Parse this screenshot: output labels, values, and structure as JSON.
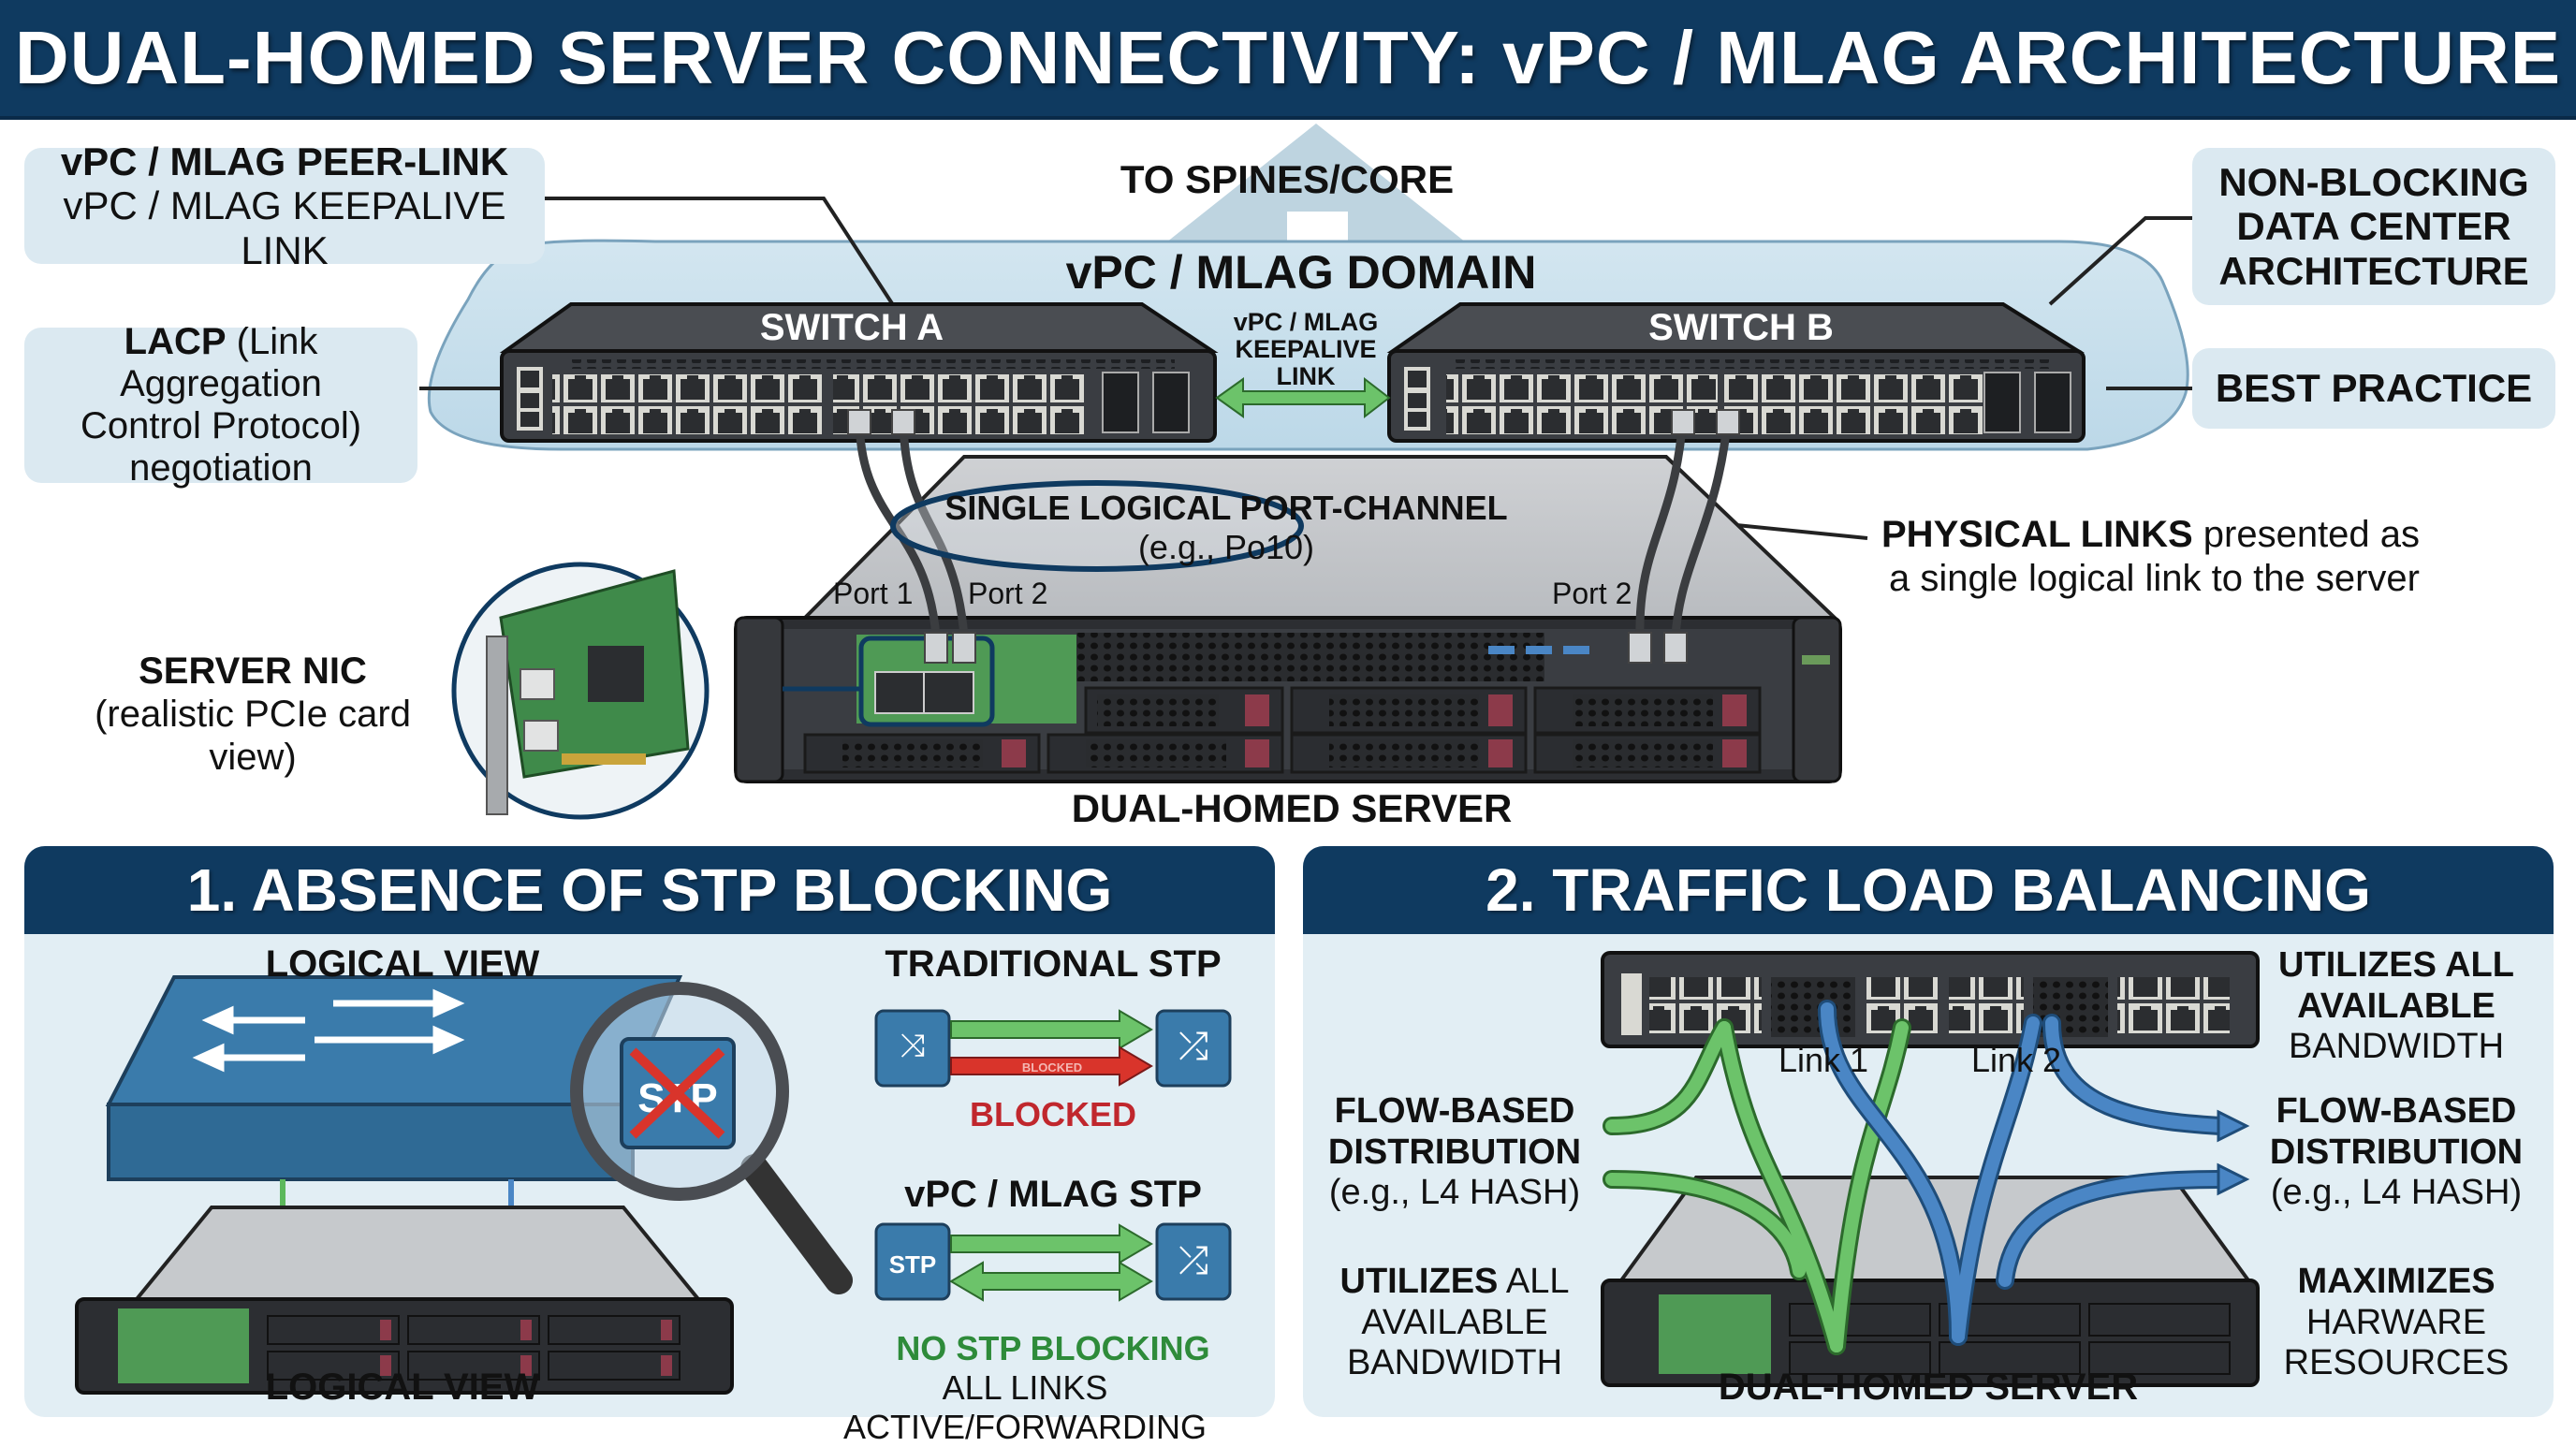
{
  "title": "DUAL-HOMED SERVER CONNECTIVITY: vPC / MLAG ARCHITECTURE",
  "top": {
    "callout_peer_link": {
      "bold": "vPC / MLAG PEER-LINK",
      "normal": "vPC / MLAG KEEPALIVE LINK"
    },
    "callout_lacp": {
      "bold": "LACP",
      "normal_1": "(Link Aggregation",
      "normal_2": "Control Protocol)",
      "normal_3": "negotiation"
    },
    "callout_nonblocking": {
      "line_1": "NON-BLOCKING",
      "line_2": "DATA CENTER",
      "line_3": "ARCHITECTURE"
    },
    "callout_best_practice": "BEST PRACTICE",
    "to_spines": "TO SPINES/CORE",
    "domain_label": "vPC / MLAG DOMAIN",
    "switch_a": "SWITCH A",
    "switch_b": "SWITCH B",
    "keepalive": {
      "line_1": "vPC / MLAG",
      "line_2": "KEEPALIVE",
      "line_3": "LINK"
    },
    "port_channel": {
      "title": "SINGLE LOGICAL PORT-CHANNEL",
      "example": "(e.g., Po10)"
    },
    "port_labels": [
      "Port 1",
      "Port 2",
      "Port 2"
    ],
    "physical_links": {
      "bold": "PHYSICAL LINKS",
      "normal_1": "presented as",
      "normal_2": "a single logical link to the server"
    },
    "server_nic": {
      "bold": "SERVER NIC",
      "normal": "(realistic PCIe card view)"
    },
    "server_label": "DUAL-HOMED SERVER"
  },
  "panel1": {
    "heading": "1. ABSENCE OF STP BLOCKING",
    "logical_view_top": "LOGICAL VIEW",
    "logical_view_bottom": "LOGICAL VIEW",
    "stp_badge": "STP",
    "traditional": {
      "title": "TRADITIONAL STP",
      "arrow_label": "BLOCKED",
      "status": "BLOCKED"
    },
    "vpc": {
      "title": "vPC / MLAG STP",
      "badge": "STP",
      "status": "NO STP BLOCKING",
      "note": "ALL LINKS ACTIVE/FORWARDING"
    }
  },
  "panel2": {
    "heading": "2. TRAFFIC LOAD BALANCING",
    "link_1": "Link 1",
    "link_2": "Link 2",
    "left_top": {
      "line_1": "FLOW-BASED",
      "line_2": "DISTRIBUTION",
      "line_3": "(e.g., L4 HASH)"
    },
    "left_bottom": {
      "bold": "UTILIZES",
      "bold_2": "ALL",
      "line_2": "AVAILABLE",
      "line_3": "BANDWIDTH"
    },
    "right_top": {
      "line_1": "UTILIZES ALL",
      "line_2": "AVAILABLE",
      "line_3": "BANDWIDTH"
    },
    "right_mid": {
      "line_1": "FLOW-BASED",
      "line_2": "DISTRIBUTION",
      "line_3": "(e.g., L4 HASH)"
    },
    "right_bottom": {
      "line_1": "MAXIMIZES",
      "line_2": "HARWARE",
      "line_3": "RESOURCES"
    },
    "server_label": "DUAL-HOMED SERVER"
  },
  "colors": {
    "navy": "#0f3a60",
    "callout_bg": "#dbe9f1",
    "panel_bg": "#e2eef4",
    "switch_body": "#3a3d42",
    "green": "#5cb85c",
    "blue": "#4a86c5",
    "red": "#d9342b",
    "status_green": "#2e8b3a",
    "status_red": "#c0272d"
  }
}
